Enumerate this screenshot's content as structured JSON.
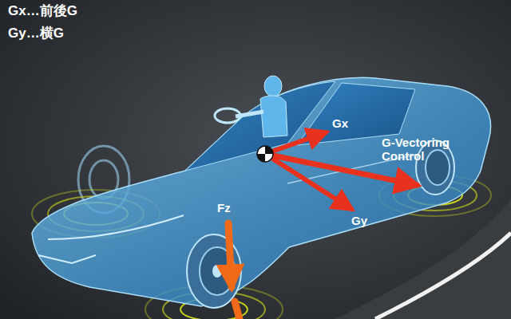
{
  "diagram": {
    "labels": [
      "Gx…前後G",
      "Gy…横G",
      "Gx",
      "G-Vectoring Control",
      "Fz",
      "Gy"
    ]
  }
}
